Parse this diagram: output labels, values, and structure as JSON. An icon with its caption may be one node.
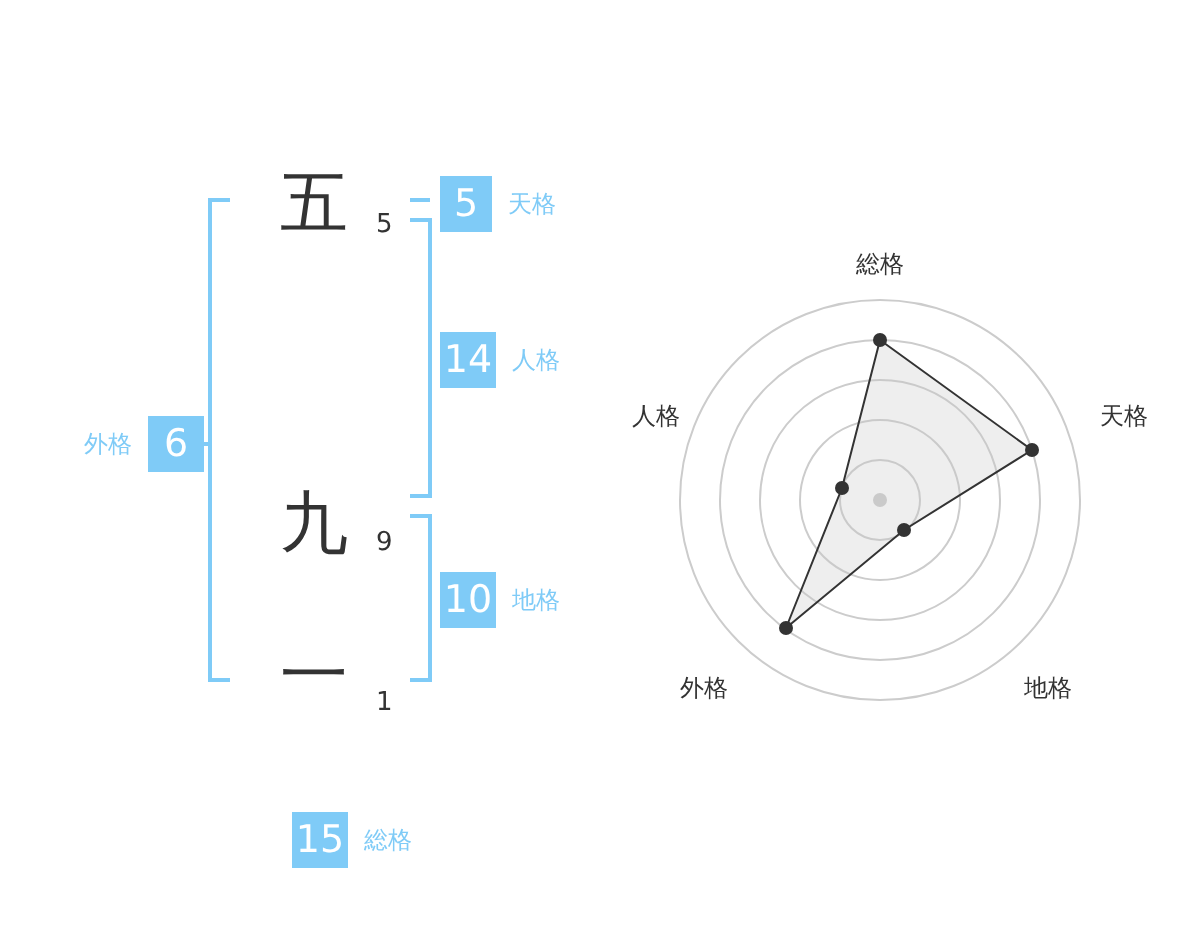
{
  "diagram": {
    "nodes": [
      {
        "text": [
          "5"
        ],
        "beside": [
          "天格"
        ]
      },
      {
        "text": [
          "14"
        ],
        "beside": [
          "人格"
        ]
      },
      {
        "text": [
          "6"
        ],
        "beside": [
          "外格"
        ]
      },
      {
        "text": [
          "10"
        ],
        "beside": [
          "地格"
        ]
      },
      {
        "text": [
          "15"
        ],
        "beside": [
          "総格"
        ]
      }
    ],
    "edges": [],
    "labels": [
      "五",
      "5",
      "九",
      "9",
      "一",
      "1",
      "総格",
      "人格",
      "天格",
      "外格",
      "地格"
    ]
  }
}
